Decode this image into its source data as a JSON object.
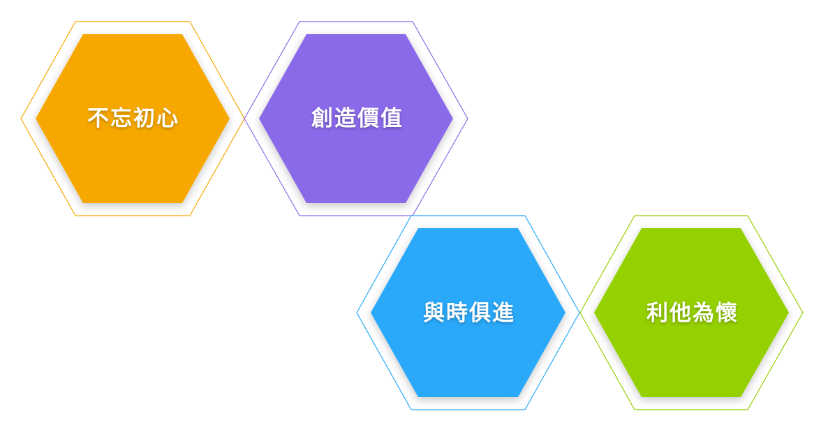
{
  "values": [
    {
      "label": "不忘初心",
      "color": "#f7a800"
    },
    {
      "label": "創造價值",
      "color": "#8b6bea"
    },
    {
      "label": "與時俱進",
      "color": "#29a9fb"
    },
    {
      "label": "利他為懷",
      "color": "#95d000"
    }
  ]
}
